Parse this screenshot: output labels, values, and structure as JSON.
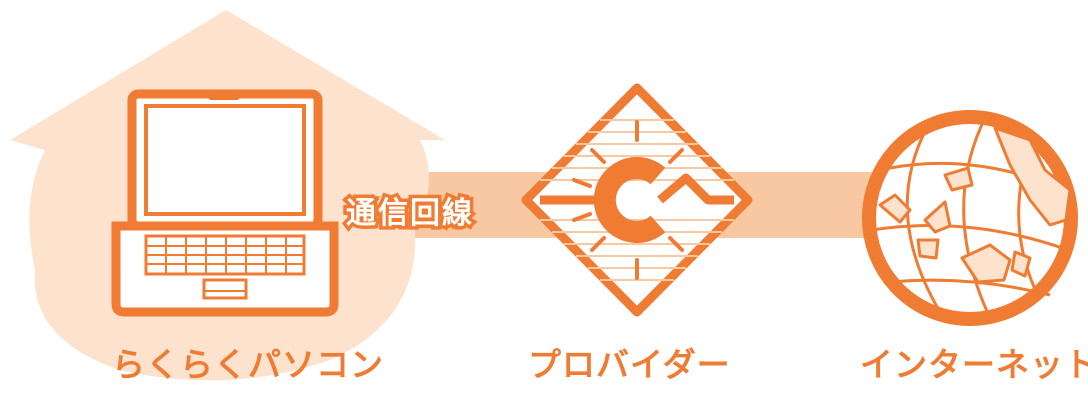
{
  "labels": {
    "pc": "らくらくパソコン",
    "line": "通信回線",
    "provider": "プロバイダー",
    "internet": "インターネット"
  },
  "colors": {
    "accent": "#f07b32",
    "house_fill": "#fde2cd",
    "band_fill": "#f8c8a2",
    "white": "#ffffff"
  },
  "icons": [
    "house-background",
    "laptop-icon",
    "provider-logo-icon",
    "globe-icon"
  ]
}
